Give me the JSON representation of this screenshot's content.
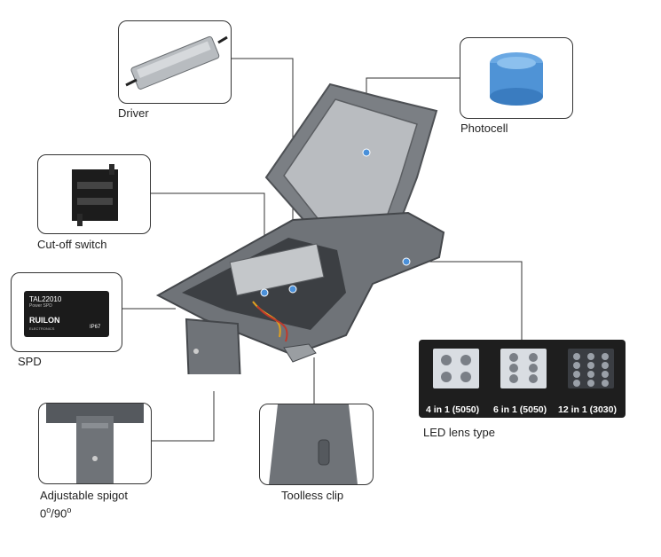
{
  "labels": {
    "driver": "Driver",
    "photocell": "Photocell",
    "cutoff_switch": "Cut-off switch",
    "spd": "SPD",
    "led_lens_type": "LED lens type",
    "adjustable_spigot": "Adjustable spigot",
    "spigot_angle_a": "0",
    "spigot_angle_b": "/90",
    "deg": "o",
    "toolless_clip": "Toolless clip"
  },
  "spd_device": {
    "model": "TAL22010",
    "sub": "Power SPD",
    "brand": "RUILON",
    "brand_sub": "ELECTRONICS",
    "rating": "IP67"
  },
  "lens_types": [
    {
      "caption": "4 in 1 (5050)"
    },
    {
      "caption": "6 in 1 (5050)"
    },
    {
      "caption": "12 in 1 (3030)"
    }
  ],
  "colors": {
    "housing": "#6f7378",
    "callout_dot": "#4a90d9",
    "photocell": "#4f93d6"
  }
}
